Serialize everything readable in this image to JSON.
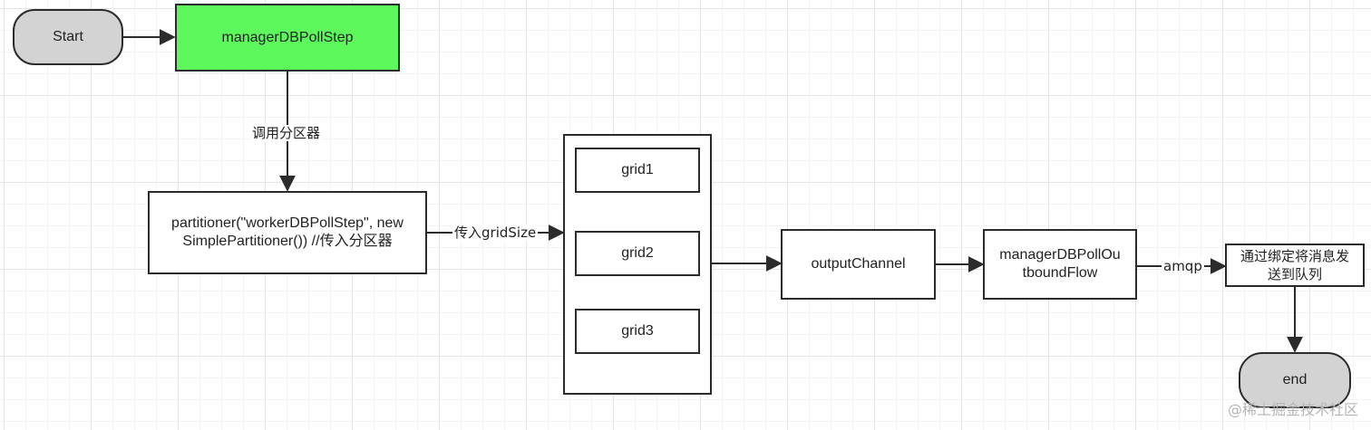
{
  "nodes": {
    "start": "Start",
    "manager_step": "managerDBPollStep",
    "partitioner": "partitioner(\"workerDBPollStep\", new SimplePartitioner()) //传入分区器",
    "grid1": "grid1",
    "grid2": "grid2",
    "grid3": "grid3",
    "output_channel": "outputChannel",
    "outbound_flow_line1": "managerDBPollOu",
    "outbound_flow_line2": "tboundFlow",
    "queue_line1": "通过绑定将消息发",
    "queue_line2": "送到队列",
    "end": "end"
  },
  "edges": {
    "call_partitioner": "调用分区器",
    "pass_grid_size": "传入gridSize",
    "amqp": "amqp"
  },
  "watermark": "@稀土掘金技术社区",
  "colors": {
    "start_end_fill": "#d3d3d3",
    "manager_step_fill": "#5cf85c",
    "stroke": "#2b2b2b"
  }
}
